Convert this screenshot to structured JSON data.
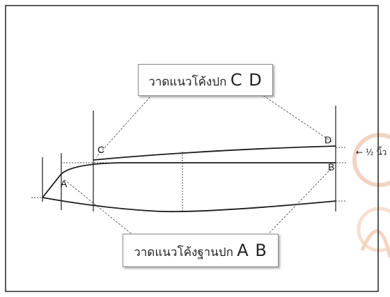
{
  "callouts": {
    "top_text": "วาดแนวโค้งปก",
    "top_letters": "C D",
    "bottom_text": "วาดแนวโค้งฐานปก",
    "bottom_letters": "A B"
  },
  "points": {
    "a": "A",
    "b": "B",
    "c": "C",
    "d": "D"
  },
  "measurement": {
    "half_inch": "← ½ นิ้ว"
  },
  "colors": {
    "frame": "#222222",
    "line": "#1a1a1a",
    "dotted": "#444444",
    "watermark": "#e9b89e"
  }
}
